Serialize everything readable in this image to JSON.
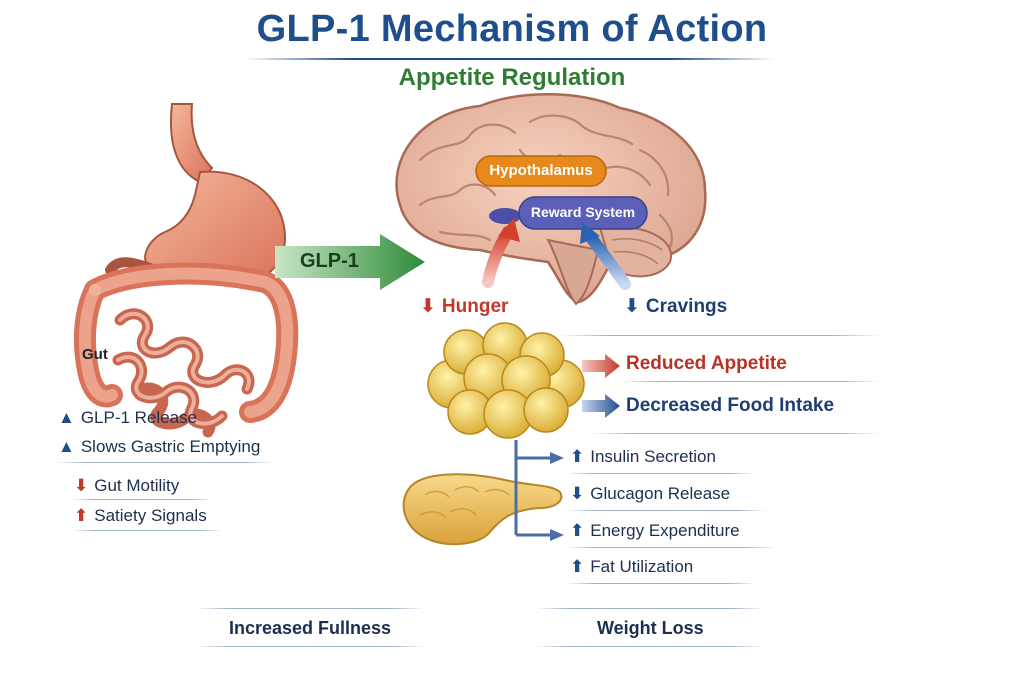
{
  "header": {
    "title": "GLP-1 Mechanism of Action",
    "subtitle": "Appetite Regulation"
  },
  "organs": {
    "gut_label": "Gut",
    "glp1_arrow_label": "GLP-1",
    "hypothalamus_label": "Hypothalamus",
    "reward_label": "Reward System"
  },
  "brain_effects": {
    "hunger": "Hunger",
    "cravings": "Cravings"
  },
  "fat_effects": {
    "reduced_appetite": "Reduced Appetite",
    "decreased_intake": "Decreased Food Intake"
  },
  "gut_effects": [
    {
      "arrow": "▲",
      "text": "GLP-1 Release"
    },
    {
      "arrow": "▲",
      "text": "Slows Gastric Emptying"
    },
    {
      "arrow": "⬇",
      "text": "Gut Motility"
    },
    {
      "arrow": "⬆",
      "text": "Satiety Signals"
    }
  ],
  "pancreas_effects": [
    {
      "arrow": "⬆",
      "text": "Insulin Secretion"
    },
    {
      "arrow": "⬇",
      "text": "Glucagon Release"
    },
    {
      "arrow": "⬆",
      "text": "Energy Expenditure"
    },
    {
      "arrow": "⬆",
      "text": "Fat Utilization"
    }
  ],
  "outcomes": {
    "left": "Increased Fullness",
    "right": "Weight Loss"
  },
  "colors": {
    "title": "#1f4e8c",
    "subtitle": "#2e7d32",
    "red": "#c0392b",
    "blue": "#1f4e8c",
    "hypothalamus": "#e8891c",
    "reward": "#5b5fb8"
  }
}
